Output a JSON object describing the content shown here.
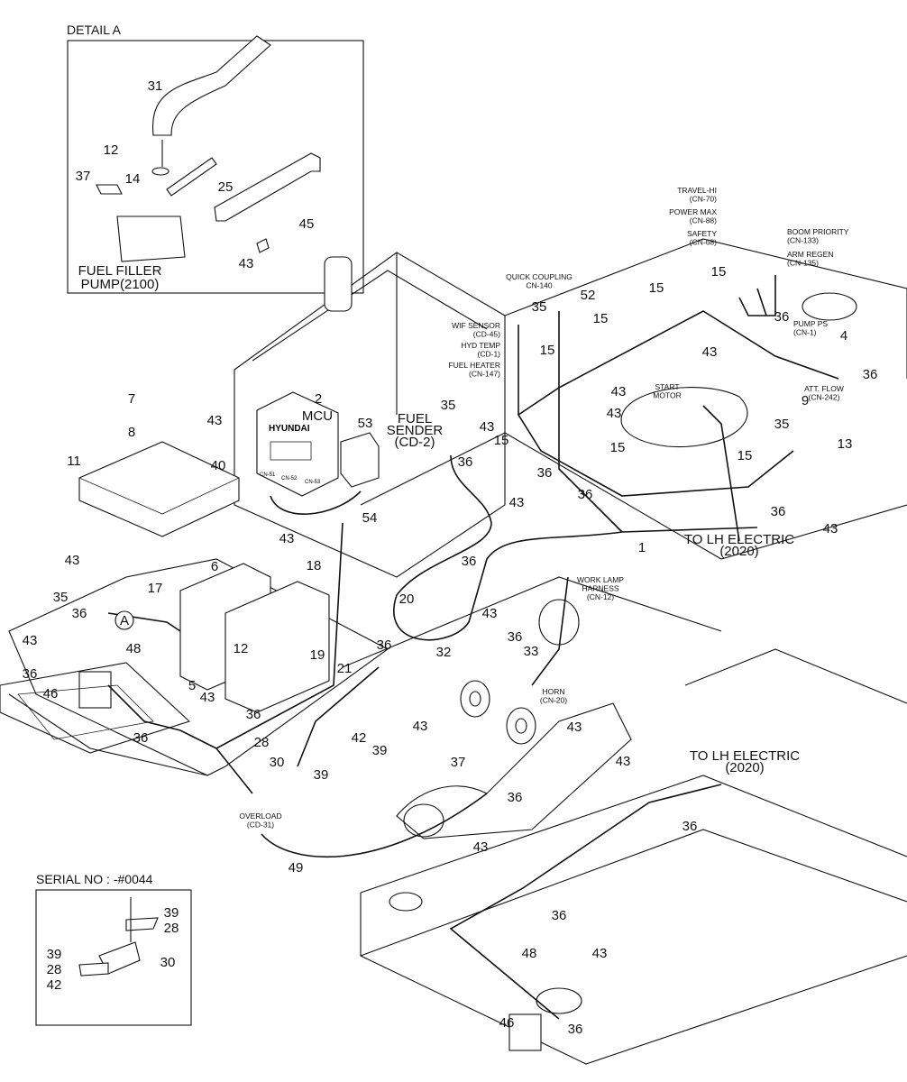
{
  "detail_title": "DETAIL  A",
  "serial_title": "SERIAL NO : -#0044",
  "detail_callouts": [
    "31",
    "12",
    "37",
    "14",
    "25",
    "45",
    "43"
  ],
  "detail_caption": [
    "FUEL FILLER",
    "PUMP(2100)"
  ],
  "serial_callouts": [
    "39",
    "28",
    "30",
    "39",
    "28",
    "42"
  ],
  "callouts": [
    "7",
    "8",
    "43",
    "40",
    "11",
    "2",
    "53",
    "35",
    "43",
    "15",
    "36",
    "36",
    "36",
    "15",
    "43",
    "1",
    "54",
    "43",
    "6",
    "18",
    "17",
    "43",
    "35",
    "36",
    "48",
    "43",
    "36",
    "46",
    "5",
    "43",
    "12",
    "19",
    "21",
    "36",
    "20",
    "36",
    "43",
    "36",
    "32",
    "33",
    "43",
    "43",
    "36",
    "36",
    "28",
    "42",
    "39",
    "30",
    "39",
    "37",
    "36",
    "49",
    "43",
    "36",
    "43",
    "36",
    "48",
    "43",
    "46",
    "36",
    "35",
    "52",
    "15",
    "15",
    "15",
    "36",
    "4",
    "15",
    "43",
    "36",
    "43",
    "43",
    "9",
    "35",
    "13",
    "15",
    "36",
    "43"
  ],
  "detail_marker": "A",
  "mcu_brand": "HYUNDAI",
  "mcu_connectors": [
    "CN-51",
    "CN-52",
    "CN-53"
  ],
  "labels": [
    [
      "MCU"
    ],
    [
      "FUEL",
      "SENDER",
      "(CD-2)"
    ],
    [
      "TO LH ELECTRIC",
      "(2020)"
    ],
    [
      "TO LH ELECTRIC",
      "(2020)"
    ],
    [
      "WORK LAMP",
      "HARNESS",
      "(CN-12)"
    ],
    [
      "HORN",
      "(CN-20)"
    ],
    [
      "OVERLOAD",
      "(CD-31)"
    ],
    [
      "TRAVEL-HI",
      "(CN-70)"
    ],
    [
      "POWER MAX",
      "(CN-88)"
    ],
    [
      "SAFETY",
      "(CN-68)"
    ],
    [
      "BOOM PRIORITY",
      "(CN-133)"
    ],
    [
      "ARM REGEN",
      "(CN-135)"
    ],
    [
      "QUICK COUPLING",
      "CN-140"
    ],
    [
      "PUMP PS",
      "(CN-1)"
    ],
    [
      "START",
      "MOTOR"
    ],
    [
      "ATT. FLOW",
      "(CN-242)"
    ],
    [
      "WIF SENSOR",
      "(CD-45)"
    ],
    [
      "HYD TEMP",
      "(CD-1)"
    ],
    [
      "FUEL HEATER",
      "(CN-147)"
    ]
  ]
}
